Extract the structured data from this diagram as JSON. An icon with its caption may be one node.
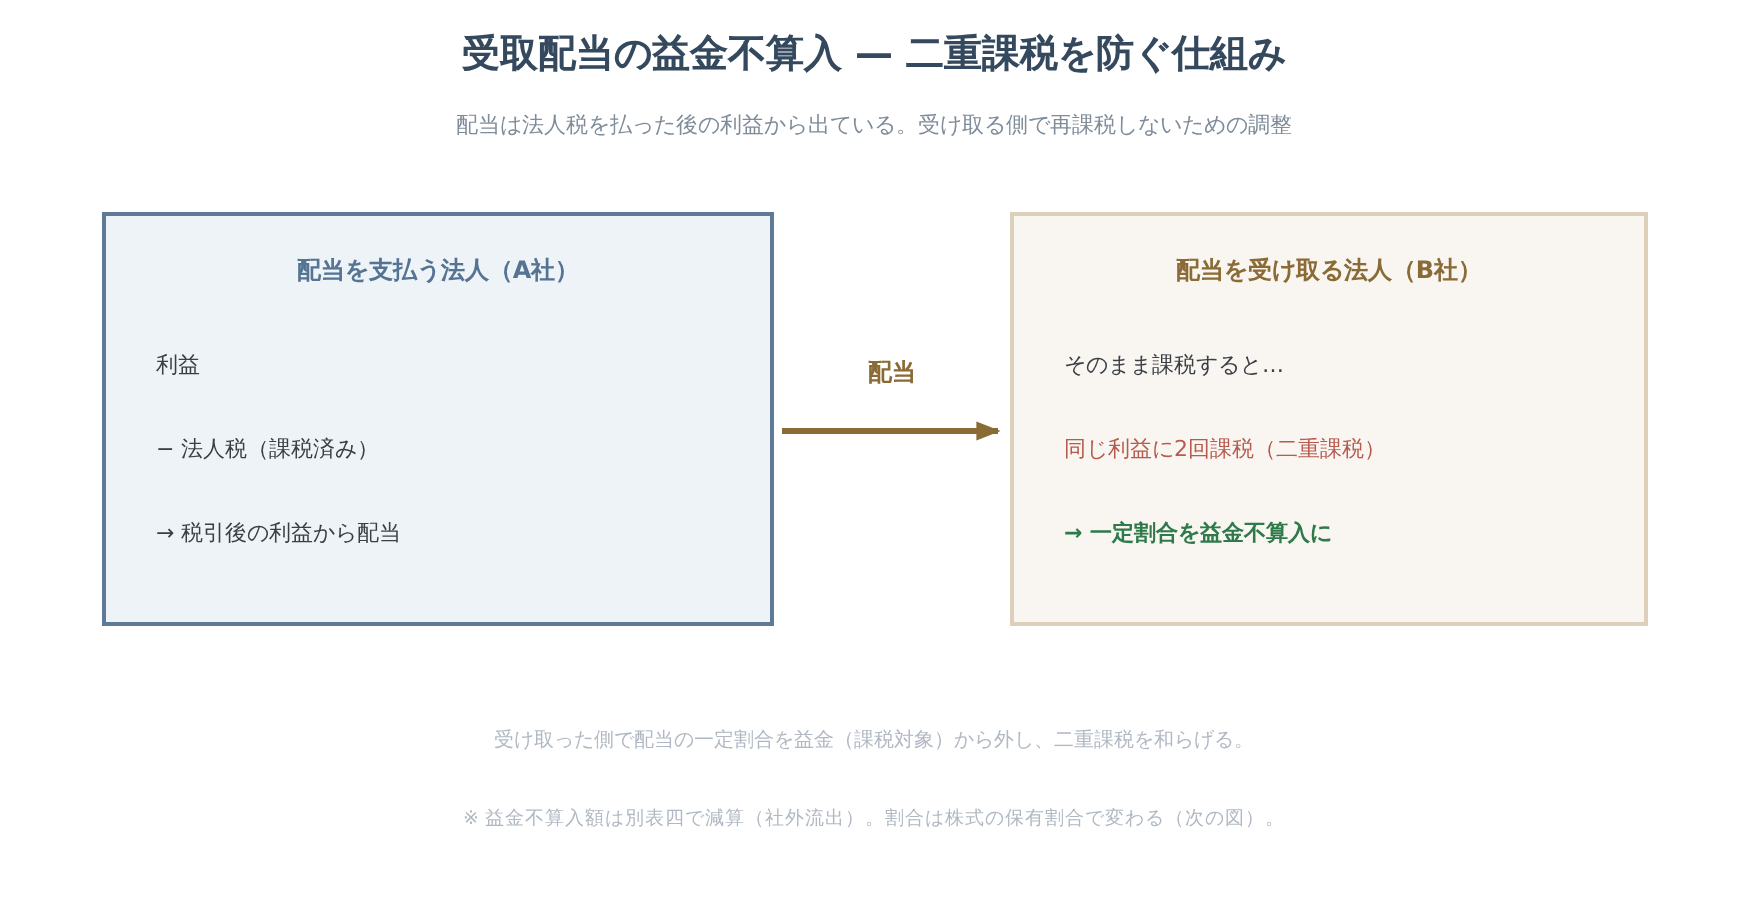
{
  "diagram": {
    "title": "受取配当の益金不算入 — 二重課税を防ぐ仕組み",
    "nodes": [
      {
        "text": [
          "配当を支払う法人（A社）",
          "利益",
          "− 法人税（課税済み）",
          "→ 税引後の利益から配当"
        ]
      },
      {
        "text": [
          "配当を受け取る法人（B社）",
          "そのまま課税すると…",
          "同じ利益に2回課税（二重課税）",
          "→ 一定割合を益金不算入に"
        ]
      }
    ],
    "edges": [
      {
        "from": 0,
        "to": 1,
        "arrow": "to",
        "label": "配当"
      }
    ],
    "labels": [
      "配当は法人税を払った後の利益から出ている。受け取る側で再課税しないための調整",
      "受け取った側で配当の一定割合を益金（課税対象）から外し、二重課税を和らげる。",
      "※ 益金不算入額は別表四で減算（社外流出）。割合は株式の保有割合で変わる（次の図）。"
    ]
  }
}
